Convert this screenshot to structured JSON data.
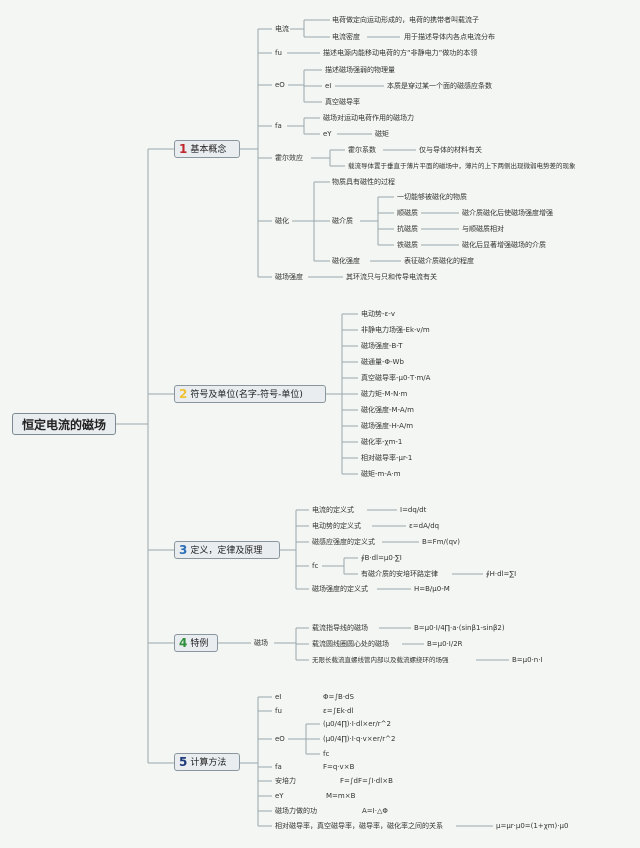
{
  "root": {
    "label": "恒定电流的磁场"
  },
  "colors": {
    "line": "#9aa7ae",
    "num1": "#c0282e",
    "num2": "#f1c232",
    "num3": "#2d6fb8",
    "num4": "#2f8f3a",
    "num5": "#1f3a7a"
  },
  "s1": {
    "num": "1",
    "label": "基本概念",
    "dl": "电流",
    "dl_1": "电荷做定向运动形成的，电荷的携带者叫载流子",
    "dl_2": "电流密度",
    "dl_2d": "用于描述导体内各点电流分布",
    "fu": "fu",
    "fu_d": "描述电源内能移动电荷的方“非静电力”做功的本领",
    "eo": "eO",
    "eo_1": "描述磁场强弱的物理量",
    "eo_2": "eI",
    "eo_2d": "本质是穿过某一个面的磁感应条数",
    "eo_3": "真空磁导率",
    "fa": "fa",
    "fa_1": "磁场对运动电荷作用的磁场力",
    "fa_2": "eY",
    "fa_2d": "磁矩",
    "he": "霍尔效应",
    "he_1": "霍尔系数",
    "he_1d": "仅与导体的材料有关",
    "he_2": "载流导体置于垂直于薄片平面的磁场中，薄片的上下两侧出现微弱电势差的现象",
    "ch": "磁化",
    "ch_1": "物质具有磁性的过程",
    "ch_2": "磁介质",
    "ch_2a": "一切能够被磁化的物质",
    "ch_2b": "顺磁质",
    "ch_2bd": "磁介质磁化后使磁场强度增强",
    "ch_2c": "抗磁质",
    "ch_2cd": "与顺磁质相对",
    "ch_2e": "铁磁质",
    "ch_2ed": "磁化后显著增强磁场的介质",
    "ch_3": "磁化强度",
    "ch_3d": "表征磁介质磁化的程度",
    "cq": "磁场强度",
    "cq_d": "其环流只与只和传导电流有关"
  },
  "s2": {
    "num": "2",
    "label": "符号及单位(名字-符号-单位)",
    "items": [
      "电动势-ε-v",
      "非静电力场强-Ek-v/m",
      "磁场强度-B-T",
      "磁通量-Φ-Wb",
      "真空磁导率-μ0-T·m/A",
      "磁力矩-M-N·m",
      "磁化强度-M-A/m",
      "磁场强度-H-A/m",
      "磁化率-χm-1",
      "相对磁导率-μr-1",
      "磁矩-m-A·m"
    ]
  },
  "s3": {
    "num": "3",
    "label": "定义，定律及原理",
    "d1": "电流的定义式",
    "d1v": "I=dq/dt",
    "d2": "电动势的定义式",
    "d2v": "ε=dA/dq",
    "d3": "磁感应强度的定义式",
    "d3v": "B=Fm/(qv)",
    "fc": "fc",
    "fc_1": "∮B·dl=μ0·∑I",
    "fc_2": "有磁介质的安培环路定律",
    "fc_2v": "∮H·dl=∑I",
    "d5": "磁场强度的定义式",
    "d5v": "H=B/μ0-M"
  },
  "s4": {
    "num": "4",
    "label": "特例",
    "sub": "磁场",
    "e1": "载流指导线的磁场",
    "e1v": "B=μ0·I/4∏·a·(sinβ1-sinβ2)",
    "e2": "载流圆线圈圆心处的磁场",
    "e2v": "B=μ0·I/2R",
    "e3": "无限长载流直螺线管内部以及载流螺绕环的场强",
    "e3v": "B=μ0·n·I"
  },
  "s5": {
    "num": "5",
    "label": "计算方法",
    "c1": "eI",
    "c1v": "Φ=∫B·dS",
    "c2": "fu",
    "c2v": "ε=∫Ek·dl",
    "c3": "eO",
    "c3_1": "(μ0/4∏)·I·dl×er/r^2",
    "c3_2": "(μ0/4∏)·I·q·v×er/r^2",
    "c3_3": "fc",
    "c4": "fa",
    "c4v": "F=q·v×B",
    "c5": "安培力",
    "c5v": "F=∫dF=∫I·dl×B",
    "c6": "eY",
    "c6v": "M=m×B",
    "c7": "磁场力做的功",
    "c7v": "A=I·△Φ",
    "c8": "相对磁导率，真空磁导率，磁导率，磁化率之间的关系",
    "c8v": "μ=μr·μ0=(1+χm)·μ0"
  }
}
